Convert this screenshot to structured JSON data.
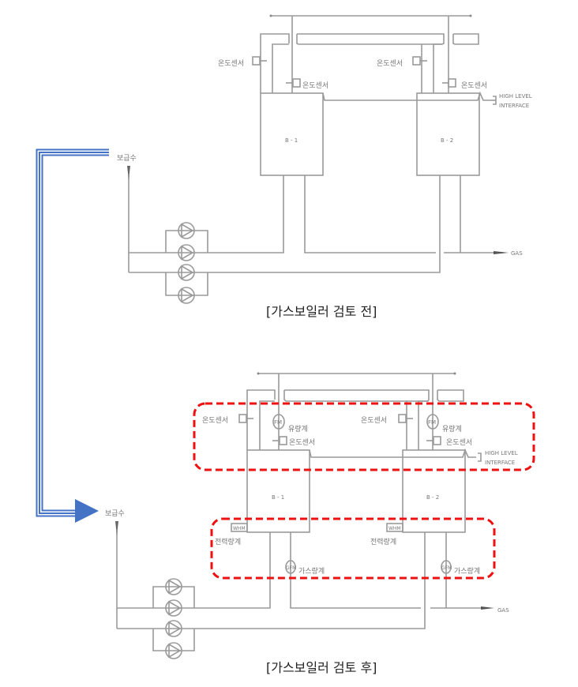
{
  "diagram": {
    "before": {
      "caption": "[가스보일러 검토 전]",
      "boilers": [
        {
          "id": "B - 1"
        },
        {
          "id": "B - 2"
        }
      ],
      "temp_sensor_label": "온도센서",
      "interface_label_line1": "HIGH LEVEL",
      "interface_label_line2": "INTERFACE",
      "makeup_water_label": "보급수",
      "gas_label": "GAS",
      "pump_count": 4
    },
    "after": {
      "caption": "[가스보일러 검토 후]",
      "boilers": [
        {
          "id": "B - 1"
        },
        {
          "id": "B - 2"
        }
      ],
      "temp_sensor_label": "온도센서",
      "flow_meter_label": "유량계",
      "flow_meter_symbol": "FM",
      "power_meter_label": "전력량계",
      "power_meter_symbol": "WHM",
      "gas_meter_label": "가스량계",
      "gas_meter_symbol": "GFM",
      "interface_label_line1": "HIGH LEVEL",
      "interface_label_line2": "INTERFACE",
      "makeup_water_label": "보급수",
      "gas_label": "GAS",
      "pump_count": 4
    },
    "highlight_color": "#ee1111",
    "arrow_color": "#4472c4"
  }
}
